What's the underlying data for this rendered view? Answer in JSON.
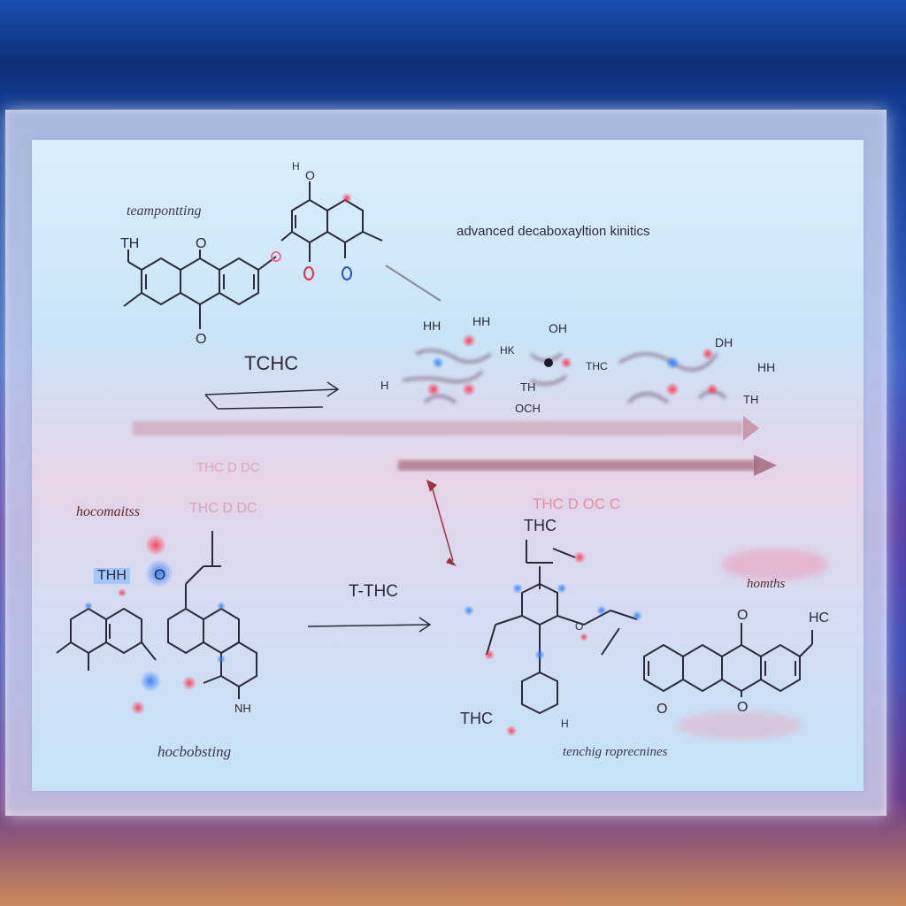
{
  "title": "advanced decaboxayltion kinitics",
  "labels": {
    "top_left_caption": "teampontting",
    "tchc_top": "TCHC",
    "mid_left_faint": "THC D DC",
    "left_section_label": "hocomaitss",
    "th_h_label": "THH",
    "o_label_left": "O",
    "t_thc_arrow_label": "T-THC",
    "bottom_left_caption": "hocbobsting",
    "mid_right_faint": "THC D OC C",
    "thc_center_top": "THC",
    "thc_center_bottom": "THC",
    "right_caption_upper": "homths",
    "bottom_right_caption": "tenchig roprecnines",
    "hc_right": "HC",
    "atom_labels": {
      "h_top": "H",
      "o_top": "O",
      "th_left": "TH",
      "o_anthra_top": "O",
      "o_anthra_bottom": "O",
      "hh_1": "HH",
      "hh_2": "HH",
      "oh_1": "OH",
      "hk": "HK",
      "thc_small": "THC",
      "h_small": "H",
      "th_small": "TH",
      "och": "OCH",
      "dh": "DH",
      "hh_3": "HH",
      "th_right": "TH",
      "nh": "NH",
      "o_small": "O",
      "h_ring": "H",
      "o_right_top": "O",
      "o_right_bottom": "O",
      "o_left_bottom": "O"
    }
  },
  "colors": {
    "bond": "#2a2a3a",
    "arrow": "#b0909a",
    "red_atom": "#e0304a",
    "blue_atom": "#2f6fe0",
    "pink_atom": "#f07090"
  }
}
